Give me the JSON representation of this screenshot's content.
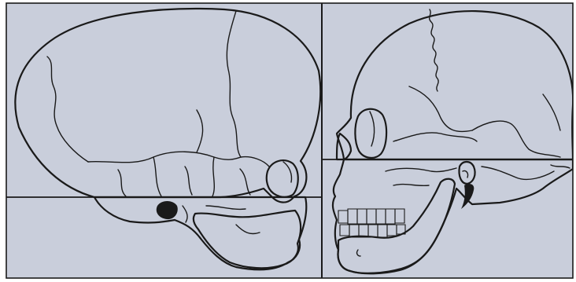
{
  "figure": {
    "panels": [
      {
        "id": "infant-skull",
        "view": "lateral"
      },
      {
        "id": "adult-skull",
        "view": "lateral"
      }
    ],
    "colors": {
      "background": "#c9cedb",
      "cranial_vault": "#f7eccb",
      "facial_region": "#e6e58c",
      "line": "#1a1a1a",
      "frame": "#ffffff"
    },
    "regions": [
      "cranial-vault",
      "facial-skeleton"
    ]
  }
}
